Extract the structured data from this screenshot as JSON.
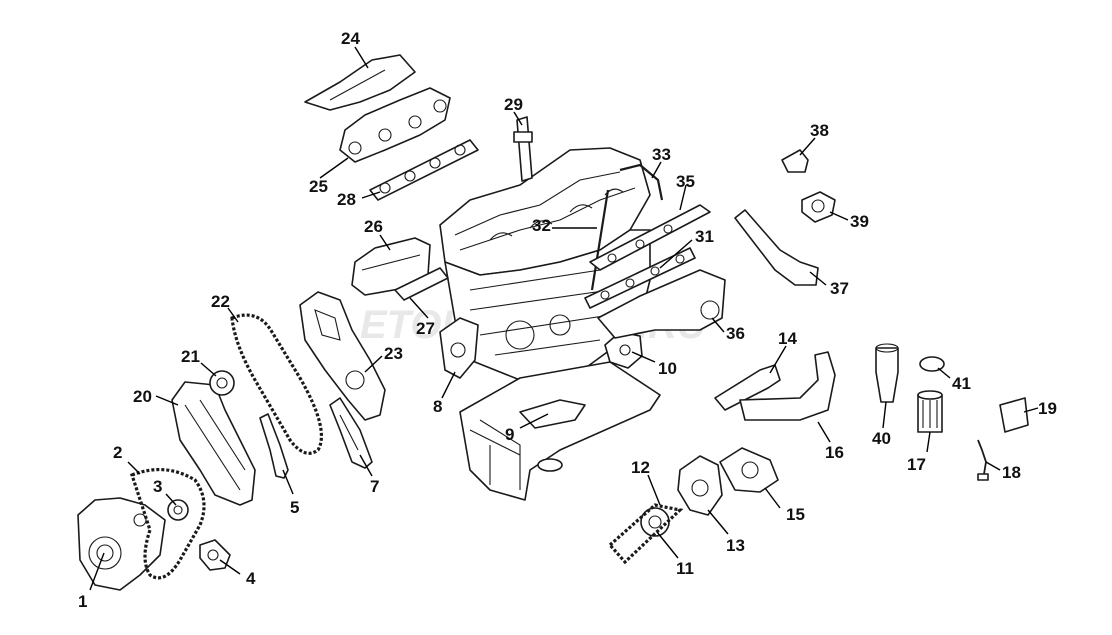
{
  "diagram": {
    "watermark": "ETOPFOCARS.RU",
    "colors": {
      "line": "#1a1a1a",
      "fill": "#ffffff",
      "watermark": "#d6d6d6"
    },
    "callouts": {
      "c1": "1",
      "c2": "2",
      "c3": "3",
      "c4": "4",
      "c5": "5",
      "c7": "7",
      "c8": "8",
      "c9": "9",
      "c10": "10",
      "c11": "11",
      "c12": "12",
      "c13": "13",
      "c14": "14",
      "c15": "15",
      "c16": "16",
      "c17": "17",
      "c18": "18",
      "c19": "19",
      "c20": "20",
      "c21": "21",
      "c22": "22",
      "c23": "23",
      "c24": "24",
      "c25": "25",
      "c26": "26",
      "c27": "27",
      "c28": "28",
      "c29": "29",
      "c31": "31",
      "c32": "32",
      "c33": "33",
      "c35": "35",
      "c36": "36",
      "c37": "37",
      "c38": "38",
      "c39": "39",
      "c40": "40",
      "c41": "41"
    }
  }
}
